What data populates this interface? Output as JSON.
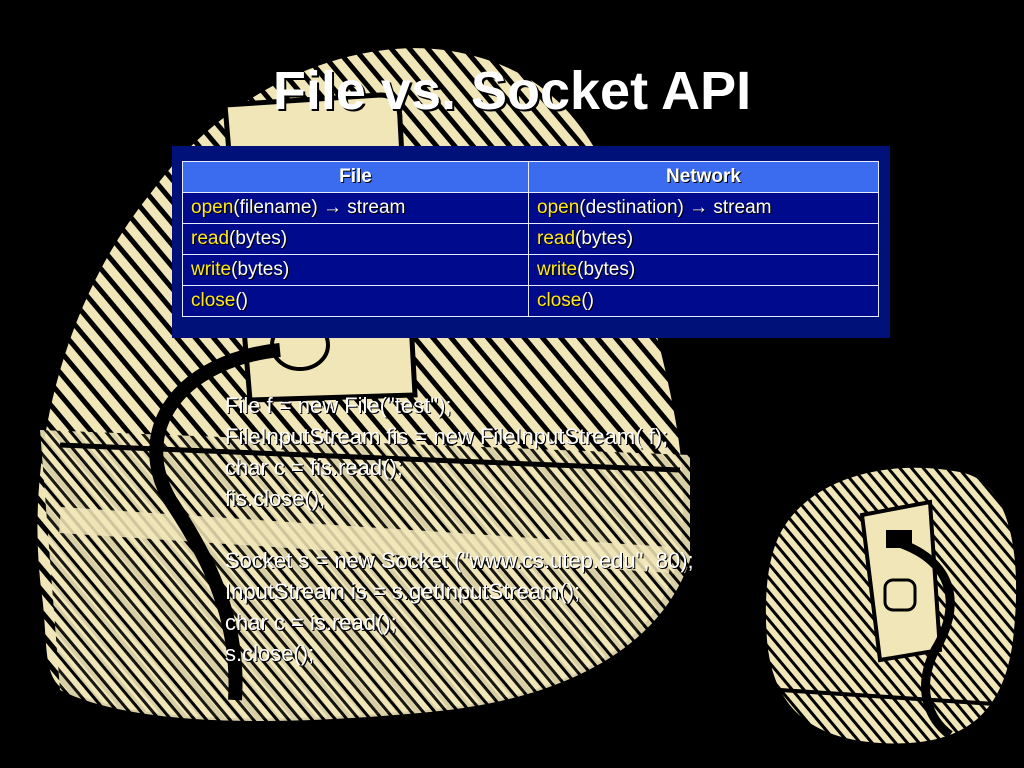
{
  "slide": {
    "title": "File vs. Socket API",
    "colors": {
      "background": "#000000",
      "clipart_fill": "#f1e6b8",
      "clipart_ink": "#000000",
      "table_panel": "#00127a",
      "table_header": "#3b6cf0",
      "table_cell": "#000a8c",
      "keyword": "#ffe818",
      "text": "#ffffff"
    },
    "decorations": [
      "wall-outlet-clipart-icon",
      "small-wall-outlet-clipart-icon"
    ]
  },
  "table": {
    "headers": [
      "File",
      "Network"
    ],
    "rows": [
      [
        {
          "keyword": "open",
          "rest": "(filename) → stream"
        },
        {
          "keyword": "open",
          "rest": "(destination) → stream"
        }
      ],
      [
        {
          "keyword": "read",
          "rest": "(bytes)"
        },
        {
          "keyword": "read",
          "rest": "(bytes)"
        }
      ],
      [
        {
          "keyword": "write",
          "rest": "(bytes)"
        },
        {
          "keyword": "write",
          "rest": "(bytes)"
        }
      ],
      [
        {
          "keyword": "close",
          "rest": "()"
        },
        {
          "keyword": "close",
          "rest": "()"
        }
      ]
    ]
  },
  "code": {
    "file_lines": [
      "File f = new File(\"test\");",
      "FileInputStream fis = new FileInputStream( f);",
      "char c = fis.read();",
      "fis.close();"
    ],
    "socket_lines": [
      "Socket s = new Socket (\"www.cs.utep.edu\", 80);",
      "InputStream is = s.getInputStream();",
      "char c = is.read();",
      "s.close();"
    ]
  }
}
